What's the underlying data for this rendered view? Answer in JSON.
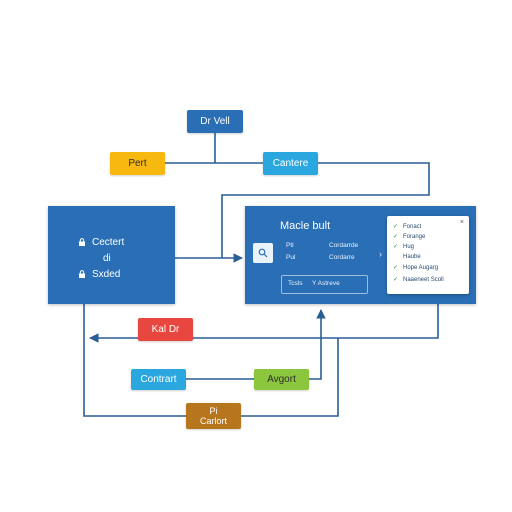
{
  "nodes": {
    "top": "Dr Vell",
    "yellow": "Pert",
    "cyan_top": "Cantere",
    "red": "Kal Dr",
    "cyan_bottom": "Contrart",
    "green": "Avgort",
    "brown_line1": "Pi",
    "brown_line2": "Carlort"
  },
  "left_panel": {
    "row1": "Cectert",
    "row2": "di",
    "row3": "Sxded"
  },
  "main_panel": {
    "title": "Macle bult",
    "rows": [
      {
        "a": "Ptl",
        "b": "Cordarrde"
      },
      {
        "a": "Pul",
        "b": "Cordarre"
      }
    ],
    "sub": {
      "a": "Tcsls",
      "b": "Y Astreve"
    },
    "chevron": "›"
  },
  "popup": {
    "close": "×",
    "items": [
      {
        "check": "✓",
        "label": "Fonact"
      },
      {
        "check": "✓",
        "label": "Forange"
      },
      {
        "check": "✓",
        "label": "Hug"
      },
      {
        "check": "",
        "label": "Haube"
      },
      {
        "check": "✓",
        "label": "Hope Augarg"
      },
      {
        "check": "✓",
        "label": "Naaeneet Scoll"
      }
    ]
  },
  "colors": {
    "blue": "#2a6fb5",
    "cyan": "#2aa7df",
    "yellow": "#f7b80f",
    "red": "#e8473f",
    "green": "#8cc63e",
    "brown": "#b7751d",
    "connector": "#2a5f96"
  },
  "icons": {
    "lock": "lock-icon",
    "search": "search-icon",
    "check": "check-icon",
    "close": "close-icon",
    "chevron": "chevron-right-icon"
  }
}
